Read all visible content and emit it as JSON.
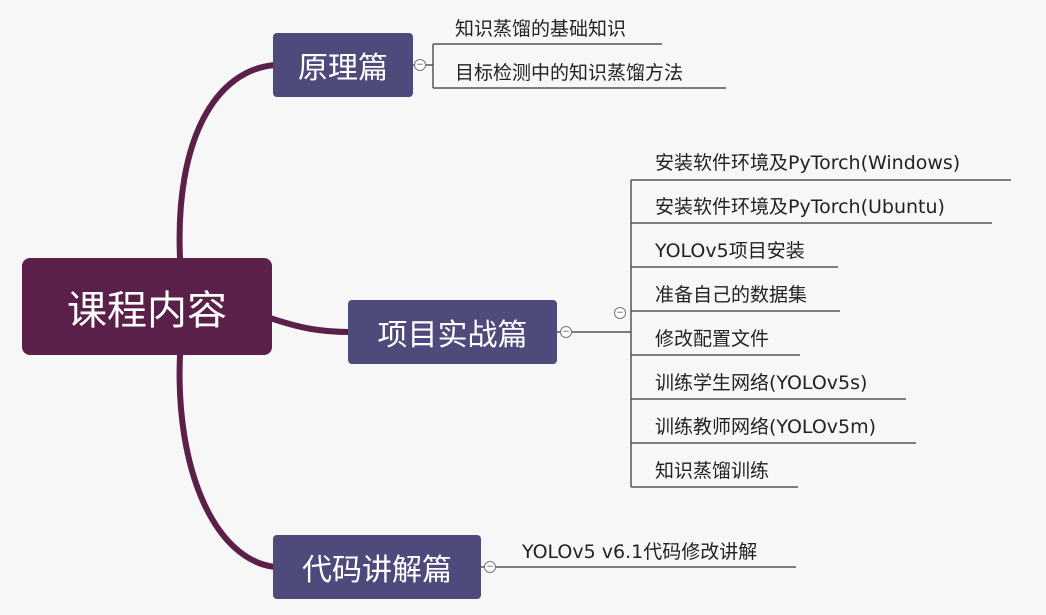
{
  "root": {
    "label": "课程内容"
  },
  "branches": [
    {
      "label": "原理篇",
      "children": [
        "知识蒸馏的基础知识",
        "目标检测中的知识蒸馏方法"
      ]
    },
    {
      "label": "项目实战篇",
      "children": [
        "安装软件环境及PyTorch(Windows)",
        "安装软件环境及PyTorch(Ubuntu)",
        "YOLOv5项目安装",
        "准备自己的数据集",
        "修改配置文件",
        "训练学生网络(YOLOv5s)",
        "训练教师网络(YOLOv5m)",
        "知识蒸馏训练"
      ]
    },
    {
      "label": "代码讲解篇",
      "children": [
        "YOLOv5 v6.1代码修改讲解"
      ]
    }
  ],
  "colors": {
    "root": "#5a2049",
    "branch": "#4f4a7c",
    "connector": "#5a2049"
  }
}
